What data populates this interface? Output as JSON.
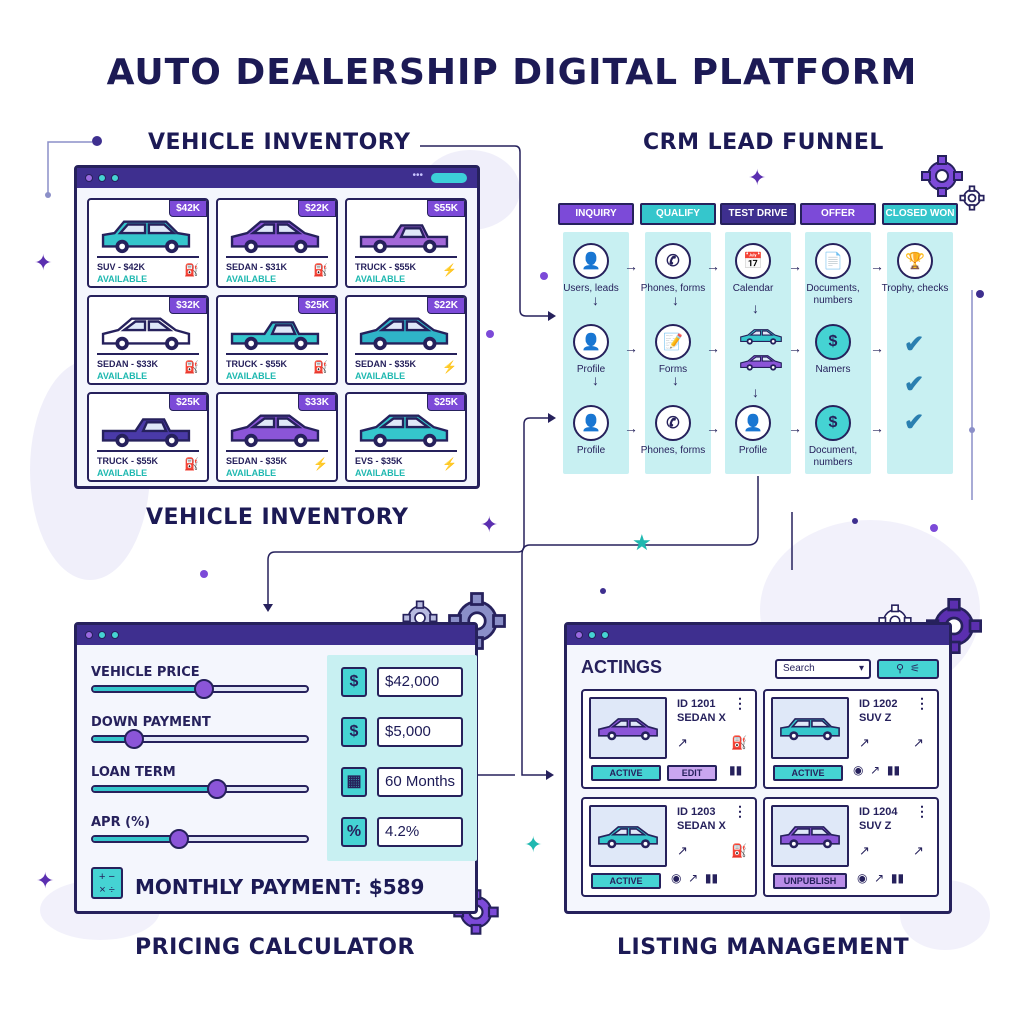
{
  "title": "AUTO DEALERSHIP DIGITAL PLATFORM",
  "labels": {
    "vehicle_inventory_top": "VEHICLE INVENTORY",
    "vehicle_inventory_bottom": "VEHICLE INVENTORY",
    "crm": "CRM LEAD FUNNEL",
    "pricing": "PRICING CALCULATOR",
    "listing": "LISTING MANAGEMENT"
  },
  "inventory": {
    "cards": [
      {
        "price": "$42K",
        "name": "SUV - $42K",
        "status": "AVAILABLE",
        "icon": "fuel-icon",
        "type": "suv",
        "color": "#35c6cc"
      },
      {
        "price": "$22K",
        "name": "SEDAN - $31K",
        "status": "AVAILABLE",
        "icon": "fuel-icon",
        "type": "sedan",
        "color": "#8b55d8"
      },
      {
        "price": "$55K",
        "name": "TRUCK - $55K",
        "status": "AVAILABLE",
        "icon": "bolt-icon",
        "type": "truck",
        "color": "#a368d8"
      },
      {
        "price": "$32K",
        "name": "SEDAN - $33K",
        "status": "AVAILABLE",
        "icon": "fuel-icon",
        "type": "sedan",
        "color": "#ffffff"
      },
      {
        "price": "$25K",
        "name": "TRUCK - $55K",
        "status": "AVAILABLE",
        "icon": "fuel-icon",
        "type": "truck",
        "color": "#35c6cc"
      },
      {
        "price": "$22K",
        "name": "SEDAN - $35K",
        "status": "AVAILABLE",
        "icon": "bolt-icon",
        "type": "sedan",
        "color": "#2fb4c8"
      },
      {
        "price": "$25K",
        "name": "TRUCK - $55K",
        "status": "AVAILABLE",
        "icon": "fuel-icon",
        "type": "truck",
        "color": "#4a3aa8"
      },
      {
        "price": "$33K",
        "name": "SEDAN - $35K",
        "status": "AVAILABLE",
        "icon": "bolt-icon",
        "type": "sedan",
        "color": "#8b55d8"
      },
      {
        "price": "$25K",
        "name": "EVS - $35K",
        "status": "AVAILABLE",
        "icon": "bolt-icon",
        "type": "sedan",
        "color": "#35c6cc"
      }
    ]
  },
  "funnel": {
    "stages": [
      {
        "label": "INQUIRY",
        "color": "#7c4ad8"
      },
      {
        "label": "QUALIFY",
        "color": "#35c6cc"
      },
      {
        "label": "TEST DRIVE",
        "color": "#3e2f8f"
      },
      {
        "label": "OFFER",
        "color": "#7c4ad8"
      },
      {
        "label": "CLOSED WON",
        "color": "#35c6cc"
      }
    ],
    "nodes": {
      "inquiry": [
        "Users, leads",
        "Profile",
        "Profile"
      ],
      "qualify": [
        "Phones, forms",
        "Forms",
        "Phones, forms"
      ],
      "test_drive": [
        "Calendar",
        "Profile"
      ],
      "offer": [
        "Documents, numbers",
        "Namers",
        "Document, numbers"
      ],
      "closed": [
        "Trophy, checks"
      ]
    }
  },
  "calculator": {
    "rows": [
      {
        "label": "VEHICLE PRICE",
        "value": "$42,000",
        "icon": "$",
        "level": 0.52
      },
      {
        "label": "DOWN PAYMENT",
        "value": "$5,000",
        "icon": "$",
        "level": 0.19
      },
      {
        "label": "LOAN TERM",
        "value": "60 Months",
        "icon": "calendar-icon",
        "level": 0.58
      },
      {
        "label": "APR (%)",
        "value": "4.2%",
        "icon": "%",
        "level": 0.4
      }
    ],
    "monthly": "MONTHLY PAYMENT: $589"
  },
  "listings": {
    "title": "ACTINGS",
    "search": "Search",
    "cards": [
      {
        "id": "ID 1201",
        "model": "SEDAN X",
        "badge": "ACTIVE",
        "badge2": "EDIT",
        "type": "sedan",
        "color": "#8b55d8"
      },
      {
        "id": "ID 1202",
        "model": "SUV Z",
        "badge": "ACTIVE",
        "badge2": "",
        "type": "suv",
        "color": "#35c6cc"
      },
      {
        "id": "ID 1203",
        "model": "SEDAN X",
        "badge": "ACTIVE",
        "badge2": "",
        "type": "sedan",
        "color": "#35c6cc"
      },
      {
        "id": "ID 1204",
        "model": "SUV Z",
        "badge": "UNPUBLISH",
        "badge2": "",
        "type": "suv",
        "color": "#8b55d8"
      }
    ]
  }
}
